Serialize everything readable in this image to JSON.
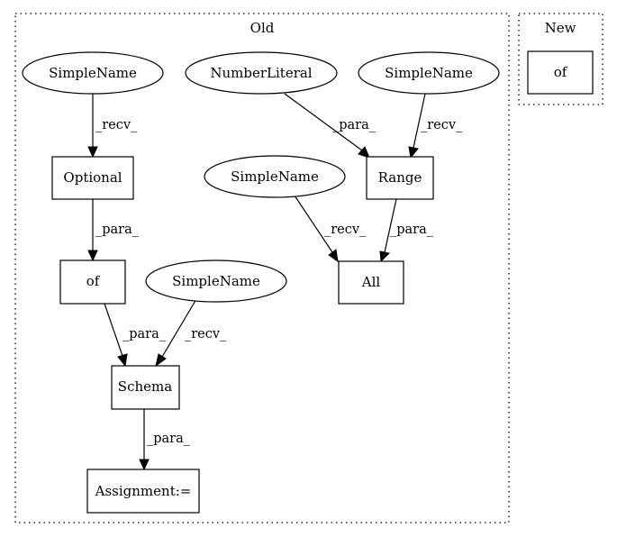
{
  "clusters": {
    "old": {
      "label": "Old"
    },
    "new": {
      "label": "New"
    }
  },
  "nodes": {
    "simplename_optional": {
      "label": "SimpleName"
    },
    "numberliteral": {
      "label": "NumberLiteral"
    },
    "simplename_range": {
      "label": "SimpleName"
    },
    "optional": {
      "label": "Optional"
    },
    "range": {
      "label": "Range"
    },
    "simplename_all": {
      "label": "SimpleName"
    },
    "of_old": {
      "label": "of"
    },
    "all": {
      "label": "All"
    },
    "simplename_schema": {
      "label": "SimpleName"
    },
    "schema": {
      "label": "Schema"
    },
    "assignment": {
      "label": "Assignment:="
    },
    "of_new": {
      "label": "of"
    }
  },
  "edges": [
    {
      "from": "simplename_optional",
      "to": "optional",
      "label": "_recv_"
    },
    {
      "from": "numberliteral",
      "to": "range",
      "label": "_para_"
    },
    {
      "from": "simplename_range",
      "to": "range",
      "label": "_recv_"
    },
    {
      "from": "optional",
      "to": "of_old",
      "label": "_para_"
    },
    {
      "from": "simplename_all",
      "to": "all",
      "label": "_recv_"
    },
    {
      "from": "range",
      "to": "all",
      "label": "_para_"
    },
    {
      "from": "of_old",
      "to": "schema",
      "label": "_para_"
    },
    {
      "from": "simplename_schema",
      "to": "schema",
      "label": "_recv_"
    },
    {
      "from": "schema",
      "to": "assignment",
      "label": "_para_"
    }
  ]
}
